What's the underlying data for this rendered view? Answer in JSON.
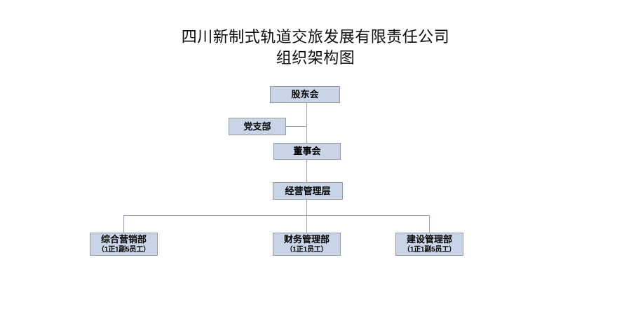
{
  "document": {
    "title_lines": [
      "四川新制式轨道交旅发展有限责任公司",
      "组织架构图"
    ]
  },
  "colors": {
    "node_fill": "#c9d4e7",
    "node_border": "#9a9a9a",
    "connector": "#9aa4b5",
    "background": "#ffffff",
    "text": "#000000"
  },
  "chart_data": {
    "type": "org-chart",
    "title": "四川新制式轨道交旅发展有限责任公司组织架构图",
    "nodes": [
      {
        "id": "shareholders",
        "label": "股东会",
        "sub": "",
        "level": 0
      },
      {
        "id": "party",
        "label": "党支部",
        "sub": "",
        "level": 1
      },
      {
        "id": "board",
        "label": "董事会",
        "sub": "",
        "level": 2
      },
      {
        "id": "management",
        "label": "经营管理层",
        "sub": "",
        "level": 3
      },
      {
        "id": "dept-0",
        "label": "综合营销部",
        "sub": "（1正1副5员工）",
        "level": 4
      },
      {
        "id": "dept-1",
        "label": "财务管理部",
        "sub": "（1正1员工）",
        "level": 4
      },
      {
        "id": "dept-2",
        "label": "建设管理部",
        "sub": "（1正1副5员工）",
        "level": 4
      }
    ],
    "edges": [
      {
        "from": "shareholders",
        "to": "board"
      },
      {
        "from": "board",
        "to": "party",
        "style": "side-branch"
      },
      {
        "from": "board",
        "to": "management"
      },
      {
        "from": "management",
        "to": "dept-0"
      },
      {
        "from": "management",
        "to": "dept-1"
      },
      {
        "from": "management",
        "to": "dept-2"
      }
    ]
  },
  "nodes": {
    "shareholders": {
      "label": "股东会",
      "sub": ""
    },
    "party": {
      "label": "党支部",
      "sub": ""
    },
    "board": {
      "label": "董事会",
      "sub": ""
    },
    "management": {
      "label": "经营管理层",
      "sub": ""
    },
    "dept_0": {
      "label": "综合营销部",
      "sub": "（1正1副5员工）"
    },
    "dept_1": {
      "label": "财务管理部",
      "sub": "（1正1员工）"
    },
    "dept_2": {
      "label": "建设管理部",
      "sub": "（1正1副5员工）"
    }
  }
}
